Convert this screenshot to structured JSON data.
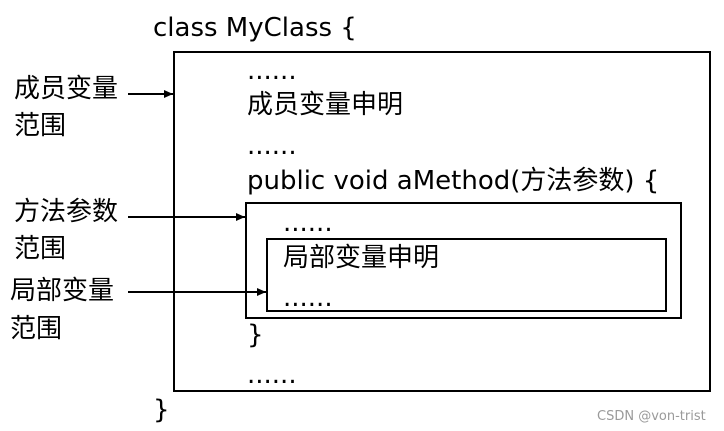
{
  "code": {
    "class_open": "class MyClass {",
    "dots1": "......",
    "member_decl": "成员变量申明",
    "dots2": "......",
    "method_sig": "public void aMethod(方法参数) {",
    "dots3": "......",
    "local_decl": "局部变量申明",
    "dots4": "......",
    "method_close": "}",
    "dots5": "......",
    "class_close": "}"
  },
  "labels": {
    "member_scope_line1": "成员变量",
    "member_scope_line2": "范围",
    "param_scope_line1": "方法参数",
    "param_scope_line2": "范围",
    "local_scope_line1": "局部变量",
    "local_scope_line2": "范围"
  },
  "watermark": "CSDN @von-trist",
  "colors": {
    "line": "#000000",
    "watermark": "#9a9a9a"
  }
}
